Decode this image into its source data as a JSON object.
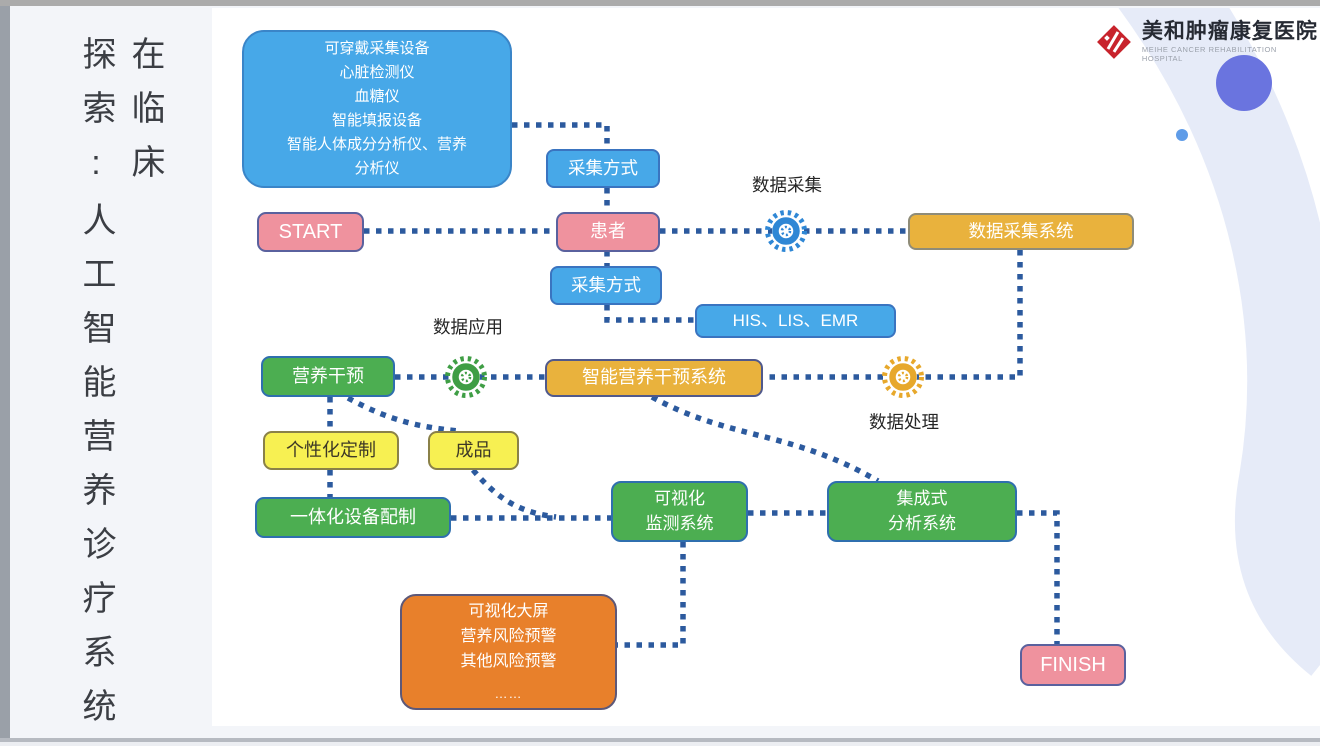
{
  "slide": {
    "vertical_title": "探索:人工智能营养诊疗系统在临床"
  },
  "logo": {
    "name_cn": "美和肿瘤康复医院",
    "name_en": "MEIHE CANCER REHABILITATION HOSPITAL"
  },
  "labels": {
    "data_collection": "数据采集",
    "data_application": "数据应用",
    "data_processing": "数据处理"
  },
  "nodes": {
    "devices": {
      "lines": [
        "可穿戴采集设备",
        "心脏检测仪",
        "血糖仪",
        "智能填报设备",
        "智能人体成分分析仪、营养",
        "分析仪"
      ]
    },
    "collect_method_top": "采集方式",
    "start": "START",
    "patient": "患者",
    "collect_system": "数据采集系统",
    "collect_method_bottom": "采集方式",
    "his_lis_emr": "HIS、LIS、EMR",
    "nutrition_intervention": "营养干预",
    "smart_system": "智能营养干预系统",
    "personalized": "个性化定制",
    "finished_product": "成品",
    "integrated_device": "一体化设备配制",
    "visual_monitor": {
      "lines": [
        "可视化",
        "监测系统"
      ]
    },
    "integrated_analysis": {
      "lines": [
        "集成式",
        "分析系统"
      ]
    },
    "big_screen": {
      "lines": [
        "可视化大屏",
        "营养风险预警",
        "其他风险预警"
      ],
      "dots": "……"
    },
    "finish": "FINISH"
  },
  "colors": {
    "connector": "#2c5a9e",
    "blue_node": "#47a8e8",
    "pink_node": "#ef929e",
    "gold_node": "#e9b23d",
    "green_node": "#4cae51",
    "yellow_node": "#f7f052",
    "orange_node": "#e8802b",
    "gear_blue": "#2f87d5",
    "gear_green": "#3f9e45",
    "gear_orange": "#e7a82b",
    "accent_circle": "#6a74df",
    "accent_dot": "#5f9ce8",
    "logo_red": "#c8232c"
  }
}
